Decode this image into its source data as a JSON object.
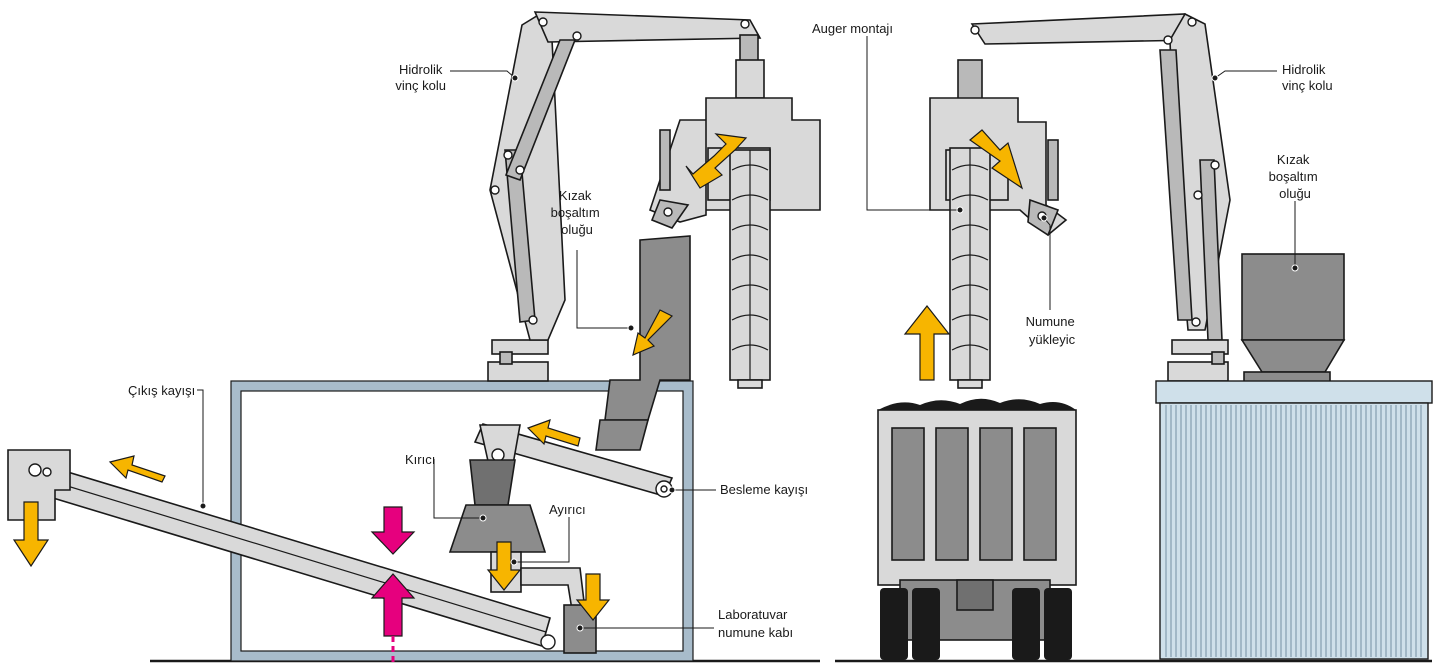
{
  "labels": {
    "left_crane": [
      "Hidrolik",
      "vinç kolu"
    ],
    "left_chute": [
      "Kızak",
      "boşaltım",
      "oluğu"
    ],
    "outlet_belt": "Çıkış kayışı",
    "crusher": "Kırıcı",
    "splitter": "Ayırıcı",
    "feed_belt": "Besleme kayışı",
    "lab_container": [
      "Laboratuvar",
      "numune kabı"
    ],
    "auger": "Auger montajı",
    "right_crane": [
      "Hidrolik",
      "vinç kolu"
    ],
    "right_chute": [
      "Kızak",
      "boşaltım",
      "oluğu"
    ],
    "sample_loader": [
      "Numune",
      "yükleyic"
    ]
  },
  "colors": {
    "flow_arrow": "#f7b500",
    "sampling_point_arrow": "#e6007e",
    "frame": "#a8bccb",
    "machine_fill": "#d9d9d9",
    "dark_metal": "#8c8c8c"
  }
}
